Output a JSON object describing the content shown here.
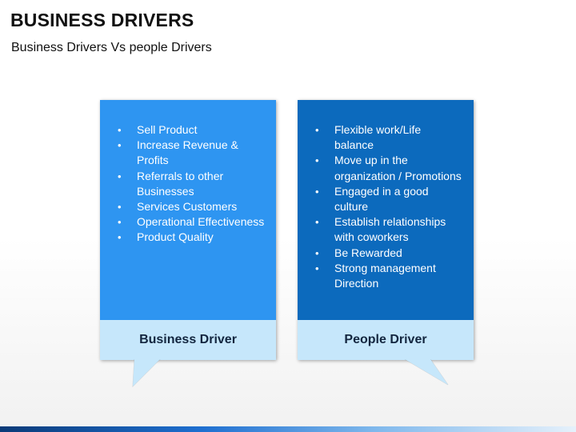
{
  "header": {
    "title": "BUSINESS DRIVERS",
    "subtitle": "Business Drivers Vs people Drivers"
  },
  "cards": [
    {
      "label": "Business Driver",
      "items": [
        "Sell Product",
        "Increase Revenue & Profits",
        "Referrals to other Businesses",
        "Services Customers",
        "Operational Effectiveness",
        "Product Quality"
      ]
    },
    {
      "label": "People Driver",
      "items": [
        "Flexible work/Life balance",
        "Move up in the organization / Promotions",
        "Engaged in a good culture",
        "Establish relationships with coworkers",
        "Be Rewarded",
        "Strong management Direction"
      ]
    }
  ],
  "colors": {
    "business_card": "#2e95f1",
    "people_card": "#0c6abd",
    "label_box": "#c6e7fb"
  }
}
